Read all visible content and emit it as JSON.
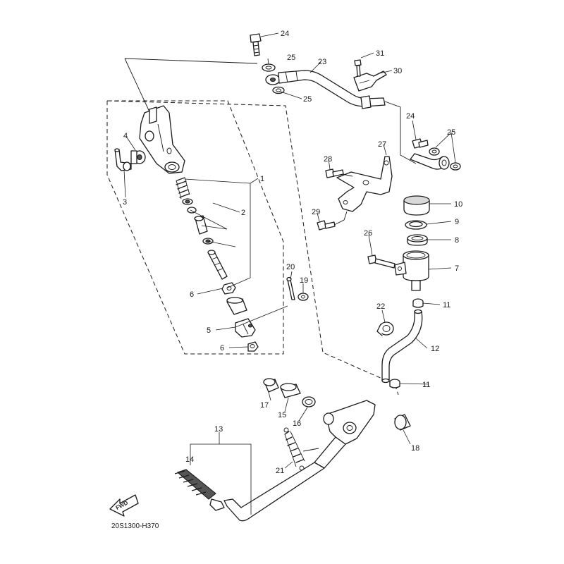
{
  "diagram": {
    "code": "20S1300-H370",
    "direction_label": "FWD",
    "callouts": {
      "c1": "1",
      "c2": "2",
      "c3": "3",
      "c4": "4",
      "c5": "5",
      "c6a": "6",
      "c6b": "6",
      "c7": "7",
      "c8": "8",
      "c9": "9",
      "c10": "10",
      "c11a": "11",
      "c11b": "11",
      "c12": "12",
      "c13": "13",
      "c14": "14",
      "c15": "15",
      "c16": "16",
      "c17": "17",
      "c18": "18",
      "c19": "19",
      "c20": "20",
      "c21": "21",
      "c22": "22",
      "c23": "23",
      "c24a": "24",
      "c24b": "24",
      "c25a": "25",
      "c25b": "25",
      "c25c": "25",
      "c26": "26",
      "c27": "27",
      "c28": "28",
      "c29": "29",
      "c30": "30",
      "c31": "31"
    }
  }
}
